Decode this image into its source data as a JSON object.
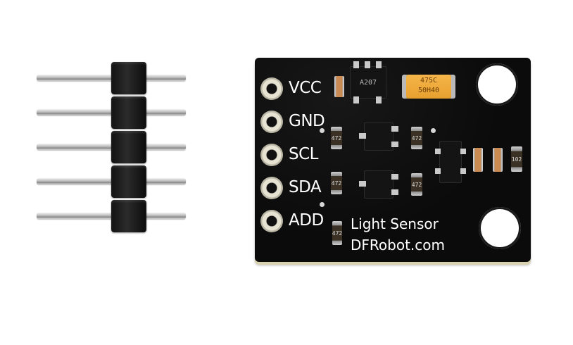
{
  "board": {
    "pin_labels": [
      "VCC",
      "GND",
      "SCL",
      "SDA",
      "ADD"
    ],
    "silkscreen_line1": "Light Sensor",
    "silkscreen_line2": "DFRobot.com",
    "capacitor_line1": "475C",
    "capacitor_line2": "50H40",
    "regulator_mark": "A207",
    "resistor_mark": "472",
    "resistor_mark_2": "102"
  },
  "colors": {
    "pcb": "#0b0b0b",
    "silkscreen": "#ffffff",
    "tantalum": "#f0a836"
  }
}
